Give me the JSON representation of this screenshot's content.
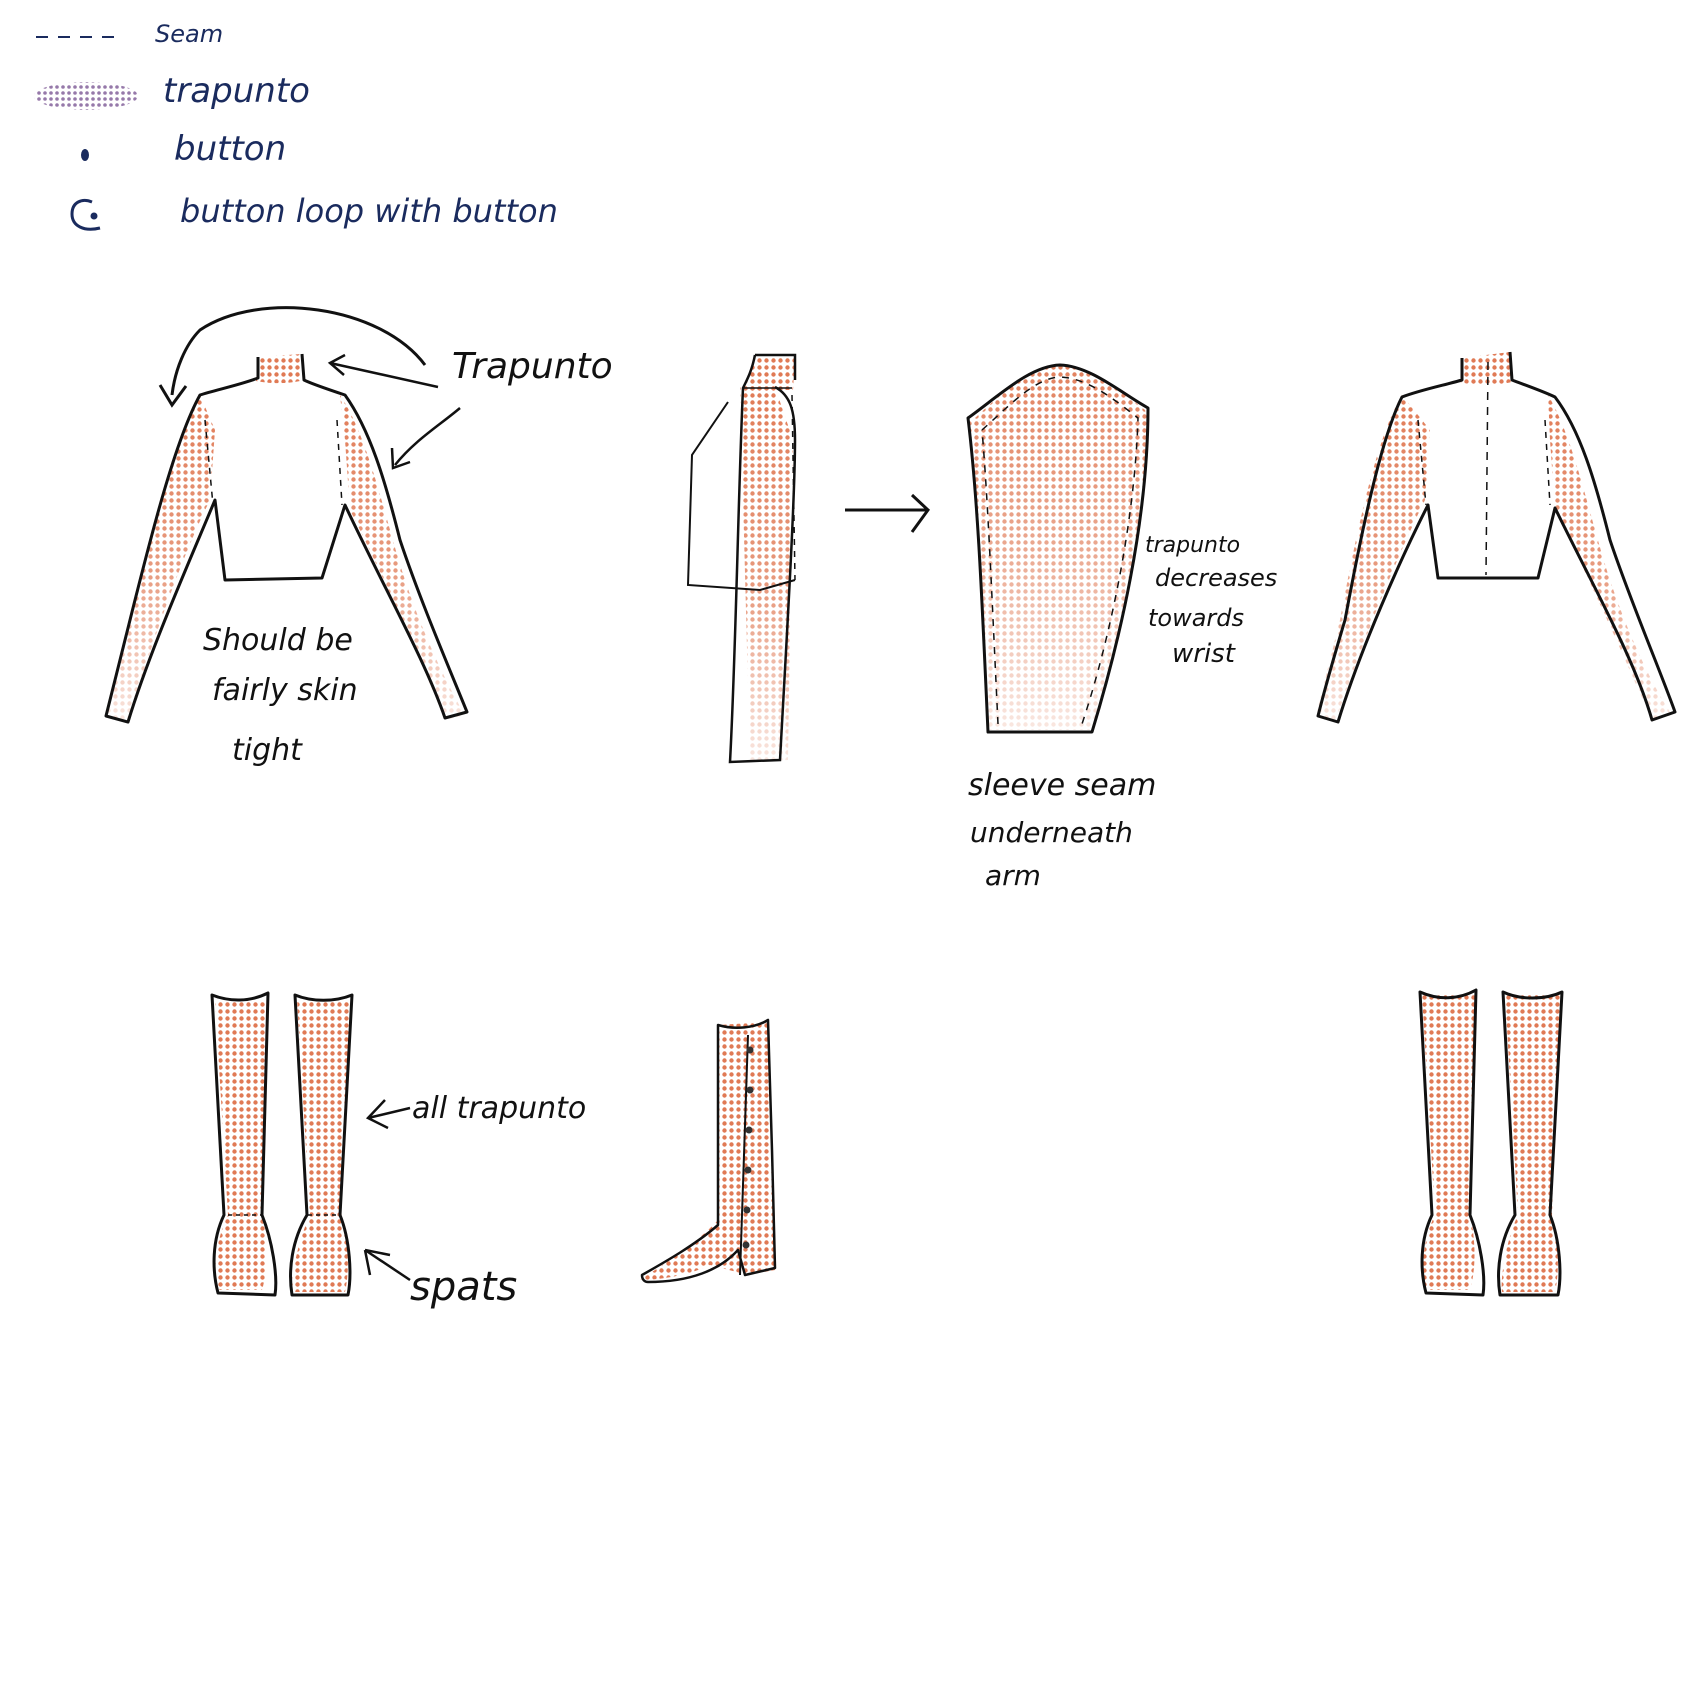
{
  "legend": {
    "seam": "Seam",
    "trapunto": "trapunto",
    "button": "button",
    "button_loop": "button loop with button"
  },
  "annotations": {
    "trapunto_top": "Trapunto",
    "fit_line1": "Should be",
    "fit_line2": "fairly skin",
    "fit_line3": "tight",
    "decreases_line1": "trapunto",
    "decreases_line2": "decreases",
    "decreases_line3": "towards",
    "decreases_line4": "wrist",
    "sleeve_line1": "sleeve seam",
    "sleeve_line2": "underneath",
    "sleeve_line3": "arm",
    "all_trapunto": "all trapunto",
    "spats": "spats"
  },
  "colors": {
    "ink": "#111111",
    "legend_ink": "#1a2b5e",
    "trapunto_fill": "#e07a55",
    "trapunto_legend": "#8a6aa0"
  }
}
